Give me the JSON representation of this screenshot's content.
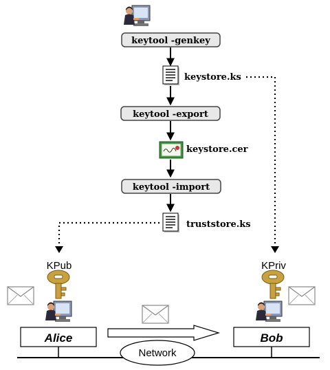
{
  "commands": {
    "genkey": "keytool -genkey",
    "export": "keytool -export",
    "import": "keytool -import"
  },
  "files": {
    "keystore_ks": "keystore.ks",
    "keystore_cer": "keystore.cer",
    "truststore_ks": "truststore.ks"
  },
  "keys": {
    "public": "KPub",
    "private": "KPriv"
  },
  "people": {
    "alice": "Alice",
    "bob": "Bob"
  },
  "network": {
    "label": "Network"
  },
  "icons": {
    "user": "person-at-computer-icon",
    "file": "document-icon",
    "certificate": "certificate-icon",
    "key": "key-icon",
    "envelope": "envelope-icon"
  },
  "colors": {
    "key_gold": "#C8A040",
    "key_dark": "#7A5C10",
    "button_fill": "#E8E8E8",
    "certificate_green": "#3A8A3A"
  }
}
